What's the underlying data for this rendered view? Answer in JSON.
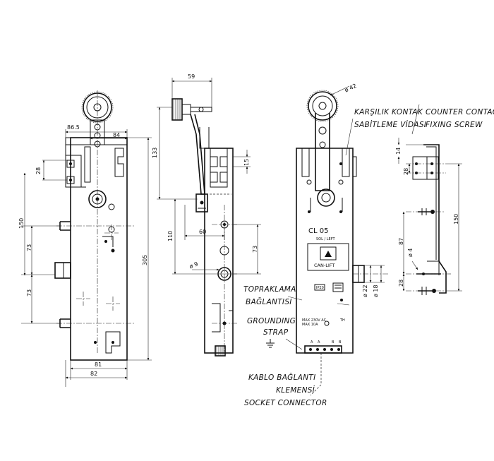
{
  "front_view": {
    "dim_865": "86.5",
    "dim_84": "84",
    "dim_28": "28",
    "dim_150": "150",
    "dim_73a": "73",
    "dim_73b": "73",
    "dim_305": "305",
    "dim_81": "81",
    "dim_82": "82"
  },
  "side_view": {
    "dim_59": "59",
    "dim_133": "133",
    "dim_15": "15",
    "dim_110": "110",
    "dim_60": "60",
    "dim_73": "73",
    "dim_phi9": "ø 9"
  },
  "third_view": {
    "dim_phi42": "ø 42",
    "model": "CL 05",
    "side_label": "SOL / LEFT",
    "brand": "CAN-LIFT",
    "badge": "IP20",
    "dim_phi22": "ø 22",
    "dim_phi18": "ø 18",
    "terminal_labels": [
      "A",
      "A",
      "B",
      "B"
    ],
    "spec_line1": "MAX 230V AC",
    "spec_line2": "MAX 10A",
    "spec_right": "TH"
  },
  "bracket_view": {
    "dim_14": "14",
    "dim_28a": "28",
    "dim_150": "150",
    "dim_87": "87",
    "dim_phi4": "ø 4",
    "dim_28b": "28"
  },
  "labels": {
    "counter_tr": [
      "KARŞILIK KONTAK",
      "SABİTLEME VİDASI"
    ],
    "counter_en": [
      "COUNTER CONTACT",
      "FIXING SCREW"
    ],
    "ground_tr": [
      "TOPRAKLAMA",
      "BAĞLANTISI"
    ],
    "ground_en": [
      "GROUNDING",
      "STRAP"
    ],
    "socket_tr": [
      "KABLO BAĞLANTI",
      "KLEMENSİ"
    ],
    "socket_en": "SOCKET CONNECTOR"
  }
}
